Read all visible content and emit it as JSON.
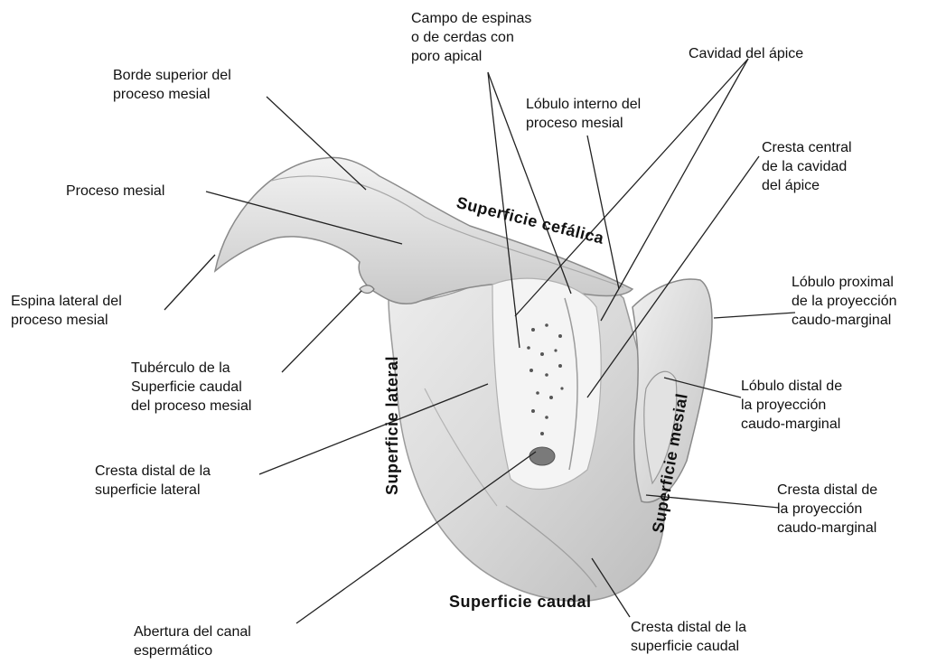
{
  "labels": {
    "campo_espinas": "Campo de espinas\no de cerdas con\nporo apical",
    "cavidad_apice": "Cavidad del ápice",
    "borde_superior": "Borde superior del\nproceso mesial",
    "lobulo_interno": "Lóbulo interno del\nproceso mesial",
    "cresta_central": "Cresta central\nde la cavidad\ndel ápice",
    "proceso_mesial": "Proceso mesial",
    "lobulo_proximal": "Lóbulo proximal\nde la proyección\ncaudo-marginal",
    "espina_lateral": "Espina lateral del\nproceso mesial",
    "tuberculo": "Tubérculo de la\nSuperficie caudal\ndel proceso mesial",
    "lobulo_distal": "Lóbulo distal de\nla proyección\ncaudo-marginal",
    "cresta_distal_lateral": "Cresta distal de la\nsuperficie lateral",
    "cresta_distal_proyeccion": "Cresta distal de\nla proyección\ncaudo-marginal",
    "abertura_canal": "Abertura del canal\nespermático",
    "cresta_distal_caudal": "Cresta distal de la\nsuperficie caudal"
  },
  "surfaces": {
    "cefalica": "Superficie cefálica",
    "lateral": "Superficie lateral",
    "mesial": "Superficie mesial",
    "caudal": "Superficie caudal"
  }
}
